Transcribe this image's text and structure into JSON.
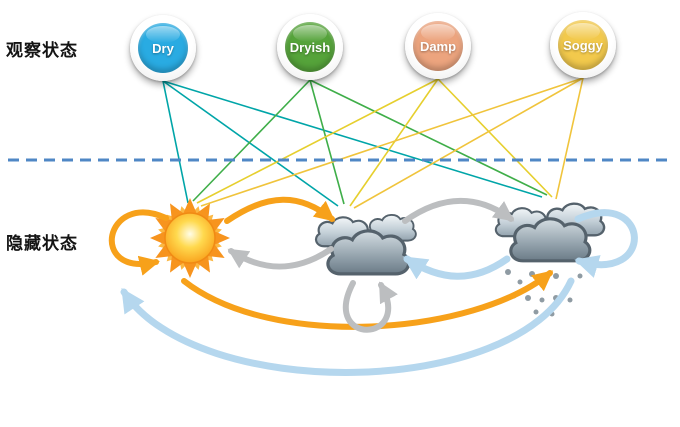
{
  "diagram": {
    "observed_label": "观察状态",
    "hidden_label": "隐藏状态",
    "observed_states": [
      {
        "label": "Dry",
        "color": "#29abe2"
      },
      {
        "label": "Dryish",
        "color": "#55a33a"
      },
      {
        "label": "Damp",
        "color": "#eca47e"
      },
      {
        "label": "Soggy",
        "color": "#f2c94c"
      }
    ],
    "hidden_states": [
      {
        "name": "sunny",
        "icon": "sun-icon"
      },
      {
        "name": "cloudy",
        "icon": "clouds-icon"
      },
      {
        "name": "rainy-snowy",
        "icon": "rain-clouds-icon"
      }
    ],
    "divider_color": "#4f87c5",
    "emission_colors": {
      "dry": "#00a5a8",
      "dryish": "#3fae49",
      "damp": "#e6cf2e",
      "soggy": "#f0c43c"
    },
    "transition_colors": {
      "from_sunny": "#f7a11a",
      "from_cloudy": "#bcbec0",
      "from_rainy": "#b5d7ee"
    }
  }
}
